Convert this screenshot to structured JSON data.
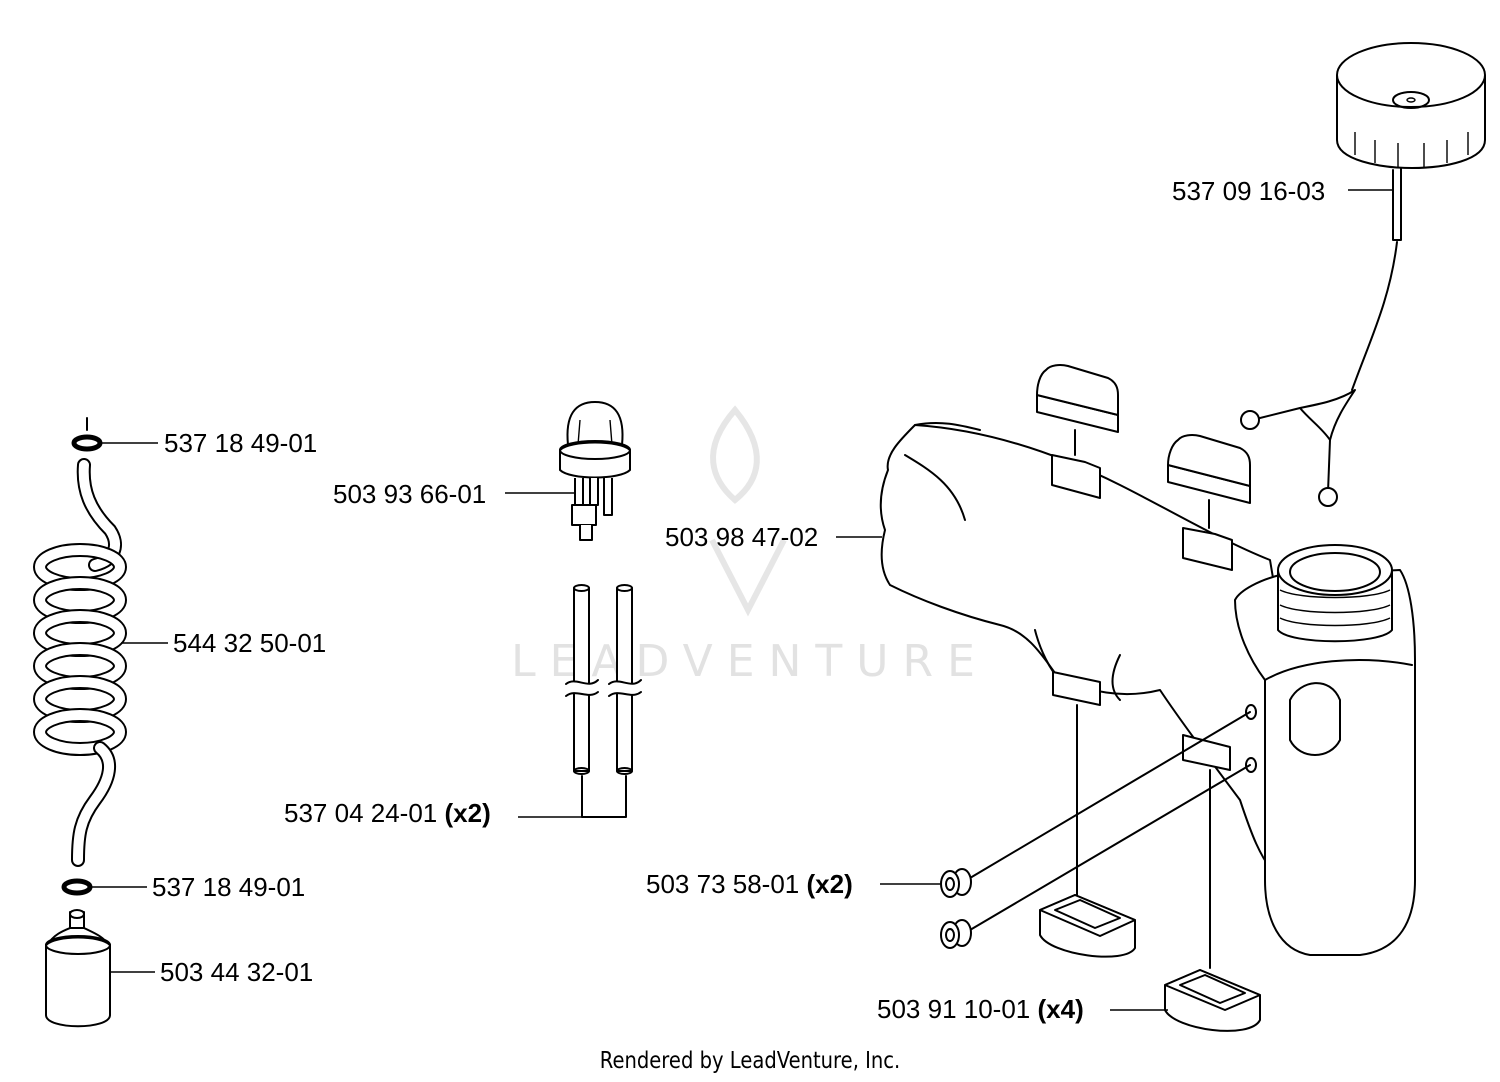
{
  "watermark": {
    "text": "LEADVENTURE"
  },
  "footer": {
    "text": "Rendered by LeadVenture, Inc."
  },
  "colors": {
    "line": "#000000",
    "background": "#ffffff",
    "watermark": "#e2e2e2"
  },
  "parts": [
    {
      "id": "cap",
      "number": "537 09 16-03",
      "qty": ""
    },
    {
      "id": "o-ring-top",
      "number": "537 18 49-01",
      "qty": ""
    },
    {
      "id": "primer-bulb",
      "number": "503 93 66-01",
      "qty": ""
    },
    {
      "id": "fuel-tank",
      "number": "503 98 47-02",
      "qty": ""
    },
    {
      "id": "fuel-hose-coil",
      "number": "544 32 50-01",
      "qty": ""
    },
    {
      "id": "fuel-lines",
      "number": "537 04 24-01",
      "qty": "(x2)"
    },
    {
      "id": "grommet",
      "number": "503 73 58-01",
      "qty": "(x2)"
    },
    {
      "id": "o-ring-bottom",
      "number": "537 18 49-01",
      "qty": ""
    },
    {
      "id": "fuel-filter",
      "number": "503 44 32-01",
      "qty": ""
    },
    {
      "id": "rubber-mount",
      "number": "503 91 10-01",
      "qty": "(x4)"
    }
  ]
}
